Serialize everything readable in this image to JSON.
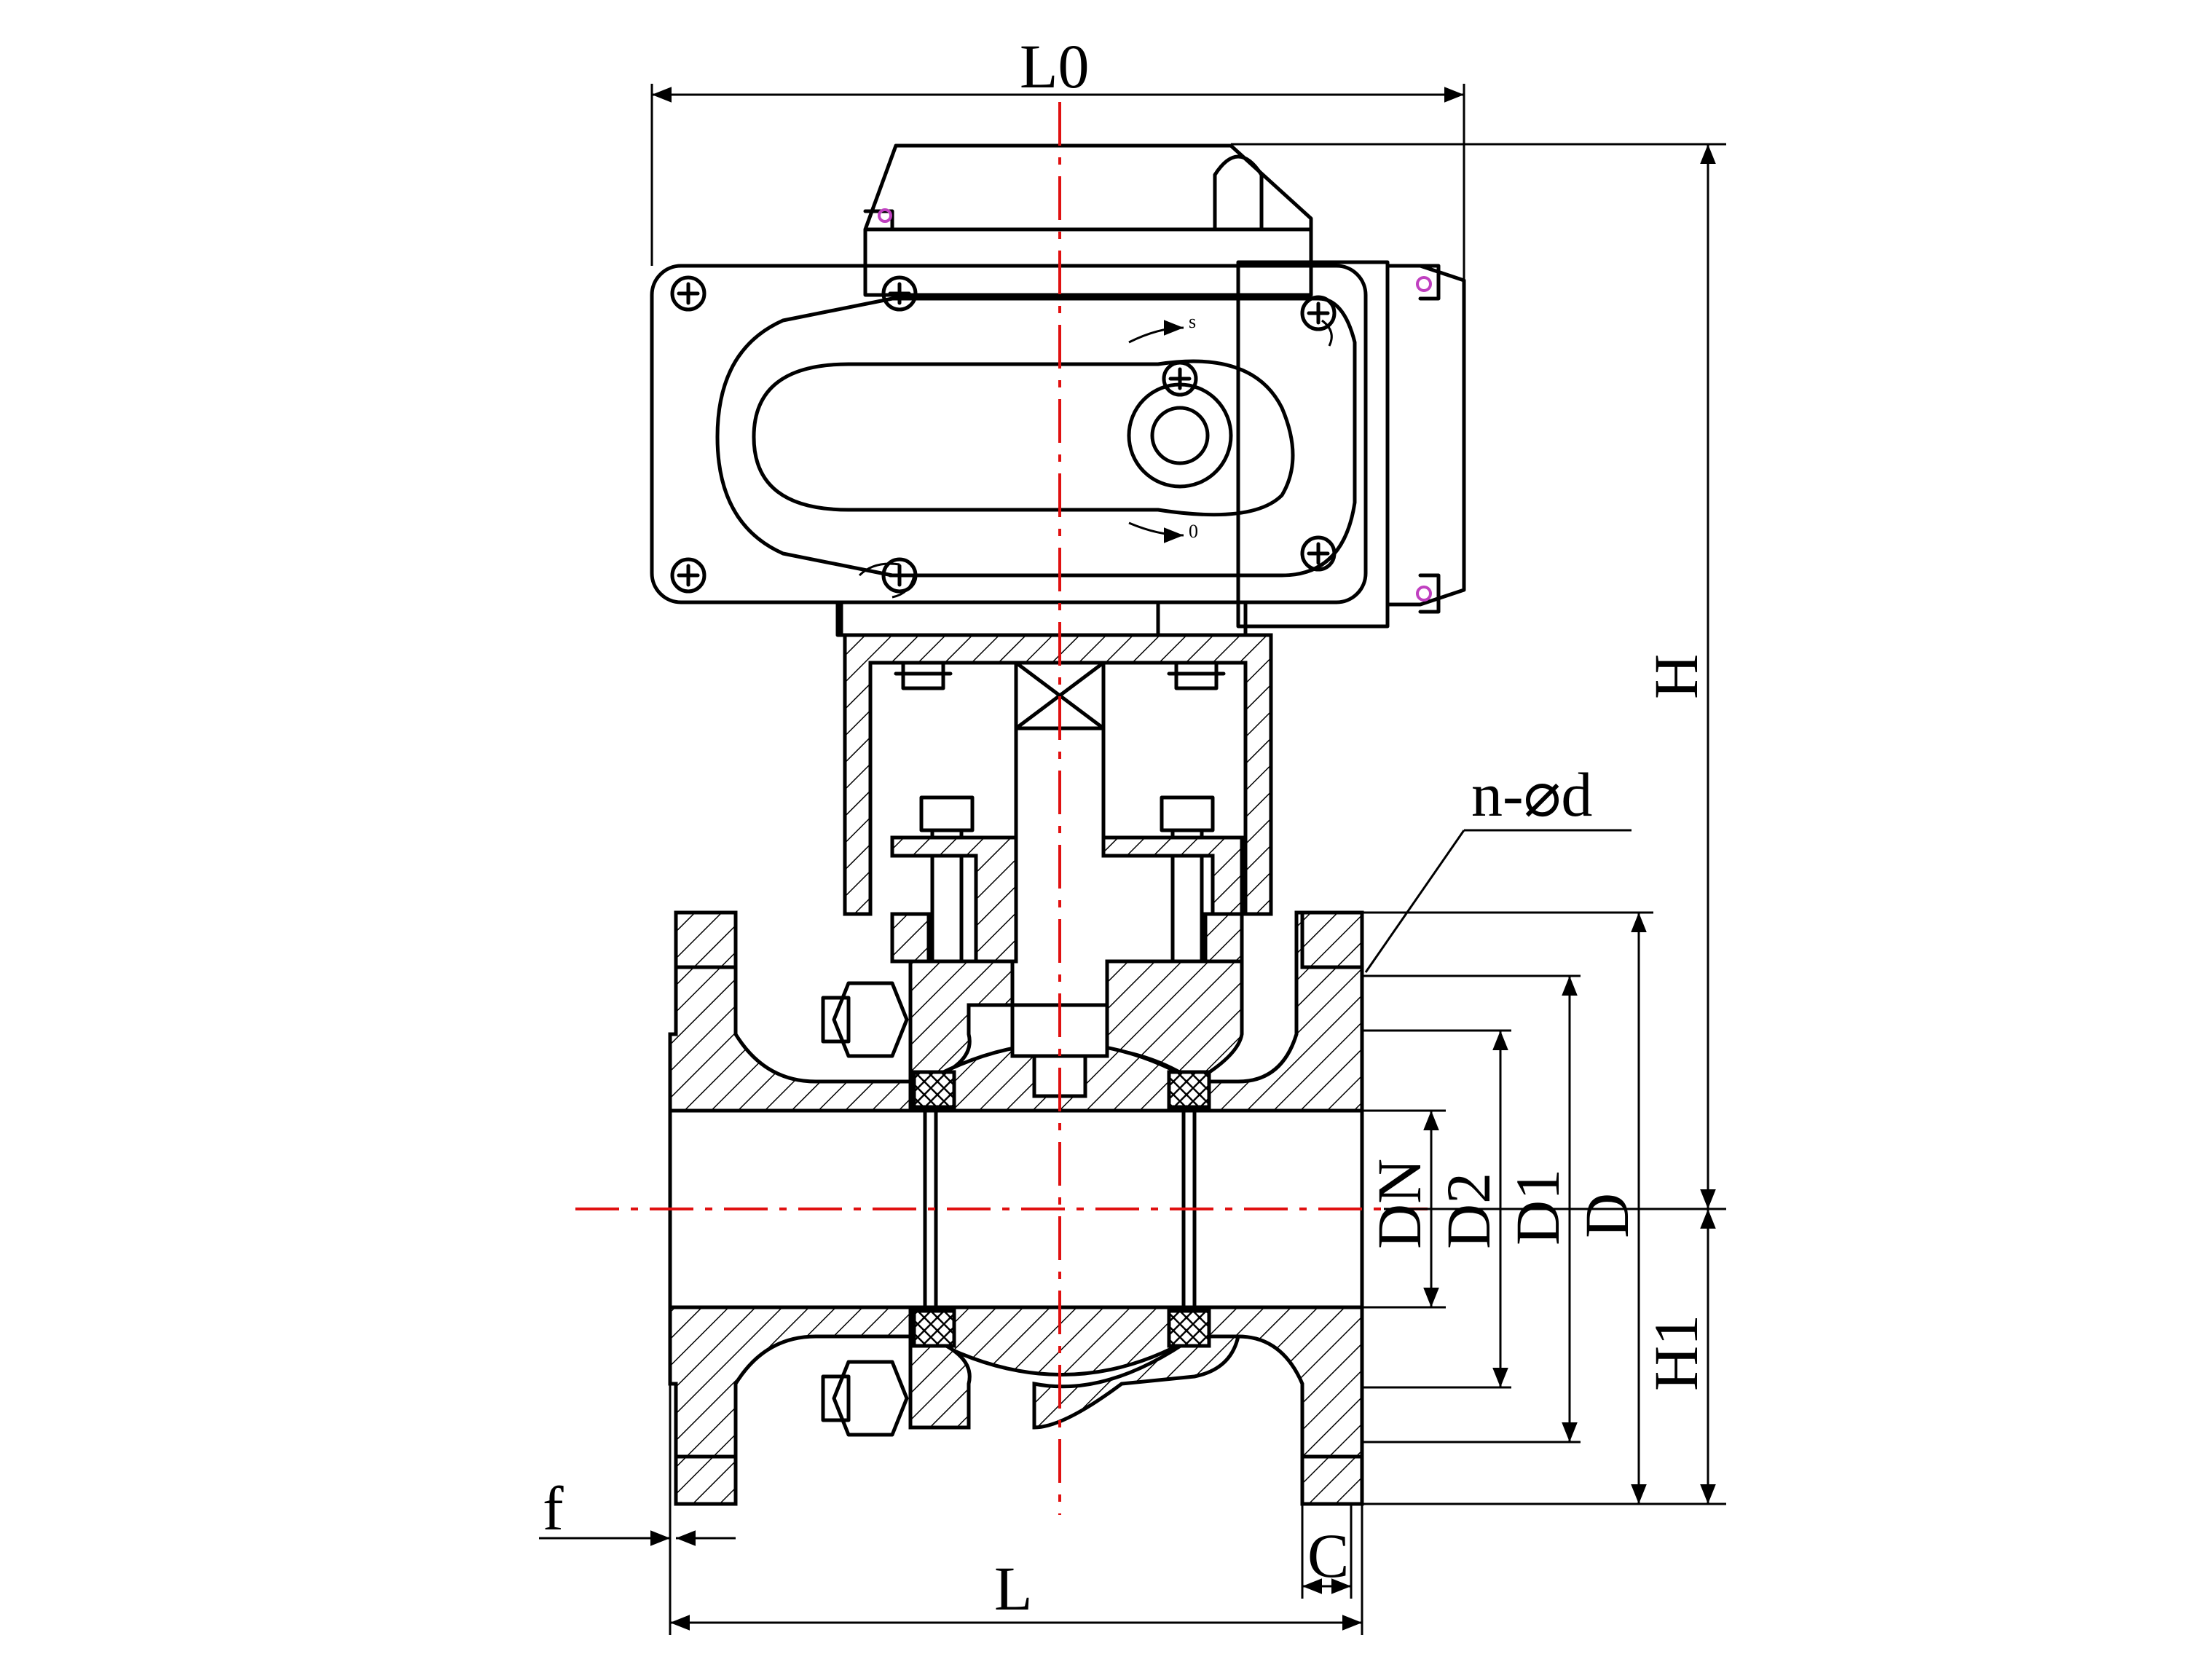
{
  "labels": {
    "L0": "L0",
    "H": "H",
    "H1": "H1",
    "DN": "DN",
    "D2": "D2",
    "D1": "D1",
    "D": "D",
    "L": "L",
    "C": "C",
    "f": "f",
    "holes": "n-⌀d",
    "rot_s": "s",
    "rot_o": "0"
  },
  "colors": {
    "line": "#000000",
    "centerline": "#e01010",
    "screw_mark": "#c040c0",
    "background": "#ffffff"
  }
}
